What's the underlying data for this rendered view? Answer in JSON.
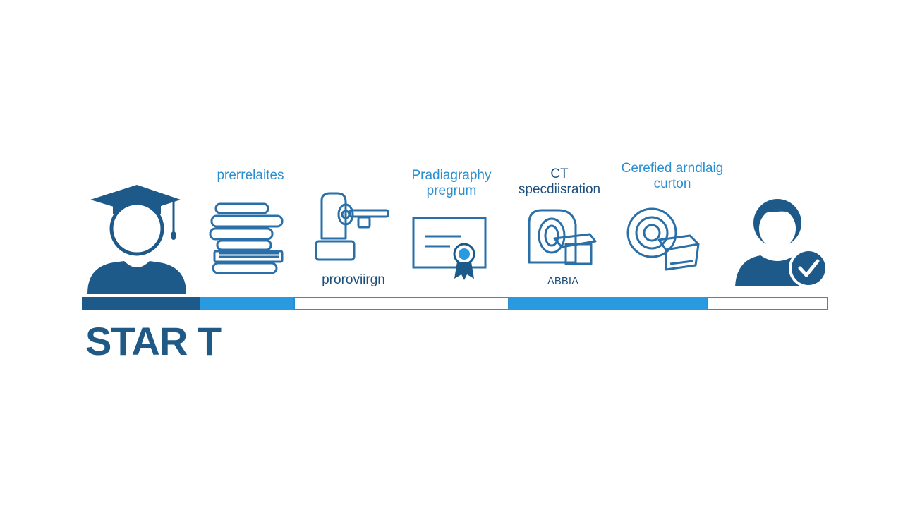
{
  "colors": {
    "navy": "#1d5a8a",
    "accent_blue": "#2a9ae0",
    "outline": "#2a6fa8",
    "light_border": "#2a8fd0"
  },
  "steps": [
    {
      "id": "prerequisites",
      "label_lines": [
        "prerrelaites"
      ],
      "icon": "books-stack-icon"
    },
    {
      "id": "procedure",
      "label_lines": [
        "proroviirgn"
      ],
      "icon": "xray-machine-icon"
    },
    {
      "id": "radiography-program",
      "label_lines": [
        "Pradiagraphy",
        "pregrum"
      ],
      "icon": "certificate-icon"
    },
    {
      "id": "ct-specialization",
      "label_lines": [
        "CT",
        "specdiisration"
      ],
      "sublabel": "ABBIA",
      "icon": "ct-scanner-icon"
    },
    {
      "id": "certification",
      "label_lines": [
        "Cerefied arndlaig",
        "curton"
      ],
      "icon": "mri-scanner-icon"
    }
  ],
  "start_person_icon": "graduate-person-icon",
  "end_person_icon": "verified-person-icon",
  "start_text": "STAR T",
  "progress": {
    "segments": [
      {
        "state": "filled-navy"
      },
      {
        "state": "filled-blue"
      },
      {
        "state": "empty"
      },
      {
        "state": "filled-blue"
      },
      {
        "state": "empty"
      }
    ]
  }
}
